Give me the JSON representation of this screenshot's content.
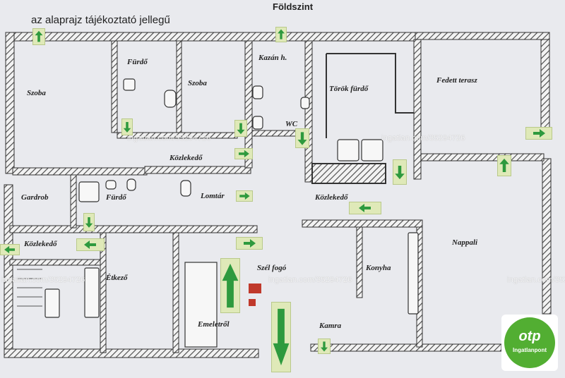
{
  "header": {
    "title": "Földszint",
    "note": "az alaprajz tájékoztató jellegű"
  },
  "rooms": {
    "szoba_left": "Szoba",
    "furdo_top": "Fürdő",
    "szoba_mid": "Szoba",
    "kazan": "Kazán h.",
    "torok_furdo": "Török fürdő",
    "fedett_terasz": "Fedett terasz",
    "wc": "WC",
    "kozlekedo_top": "Közlekedő",
    "gardrob": "Gardrob",
    "furdo_mid": "Fürdő",
    "lomtar": "Lomtár",
    "kozlekedo_mid": "Közlekedő",
    "kozlekedo_left": "Közlekedő",
    "nappali": "Nappali",
    "etkezo": "Étkező",
    "szel_fogo": "Szél fogó",
    "konyha": "Konyha",
    "emeletrol": "Emeletről",
    "kamra": "Kamra"
  },
  "watermark": {
    "text": "ingatlan.com/35294726"
  },
  "logo": {
    "brand": "otp",
    "sub": "Ingatlanpont",
    "color": "#52ae32"
  },
  "colors": {
    "wall": "#333333",
    "floor": "#e9eaee",
    "exit_sign": "#dfe9b8",
    "arrow": "#2e9a3e"
  }
}
